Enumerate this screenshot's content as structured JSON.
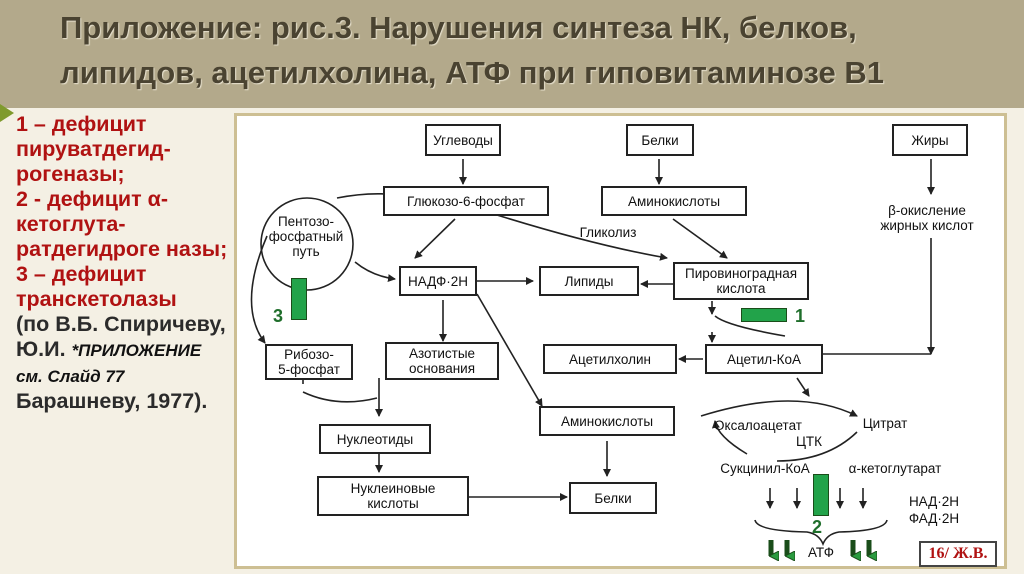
{
  "title": {
    "line1": "Приложение: рис.3. Нарушения синтеза НК, белков,",
    "line2": "липидов, ацетилхолина, АТФ при гиповитаминозе В1"
  },
  "left_text": {
    "item1": "1 – дефицит пируватдегид-рогеназы;",
    "item2": "2 - дефицит α-кетоглута-ратдегидроге назы;",
    "item3": "3 – дефицит транскетолазы",
    "ref_a": "(по В.Б. Спиричеву, Ю.И.",
    "note": "*ПРИЛОЖЕНИЕ см. Слайд 77",
    "ref_b": "Барашневу, 1977)."
  },
  "diagram": {
    "boxes": {
      "uglevody": "Углеводы",
      "belki_top": "Белки",
      "zhiry": "Жиры",
      "glucose6p": "Глюкозо-6-фосфат",
      "aminokisloty_top": "Аминокислоты",
      "nadf": "НАДФ·2Н",
      "lipidy": "Липиды",
      "piruvat": "Пировиноградная\nкислота",
      "riboza": "Рибозо-\n5-фосфат",
      "azotistye": "Азотистые\nоснования",
      "acetilholin": "Ацетилхолин",
      "acetilkoa": "Ацетил-КоА",
      "aminokisloty_mid": "Аминокислоты",
      "nukleotidy": "Нуклеотиды",
      "nukleinovye": "Нуклеиновые\nкислоты",
      "belki_bottom": "Белки"
    },
    "labels": {
      "pentoza": "Пентозо-\nфосфатный\nпуть",
      "glikoliz": "Гликолиз",
      "beta": "β-окисление\nжирных кислот",
      "oksaloacetat": "Оксалоацетат",
      "citrat": "Цитрат",
      "ctk": "ЦТК",
      "sukcinil": "Сукцинил-КоА",
      "ketoglutarat": "α-кетоглутарат",
      "nad": "НАД·2Н",
      "fad": "ФАД·2Н",
      "atf": "АТФ"
    },
    "numbers": {
      "n1": "1",
      "n2": "2",
      "n3": "3"
    },
    "slide_label": "16/ Ж.В."
  },
  "colors": {
    "header_bg": "#b3a98b",
    "page_bg": "#f4f0e4",
    "accent_red": "#b01212",
    "block_green": "#22a34a",
    "bullet_green": "#7f9a2d"
  }
}
